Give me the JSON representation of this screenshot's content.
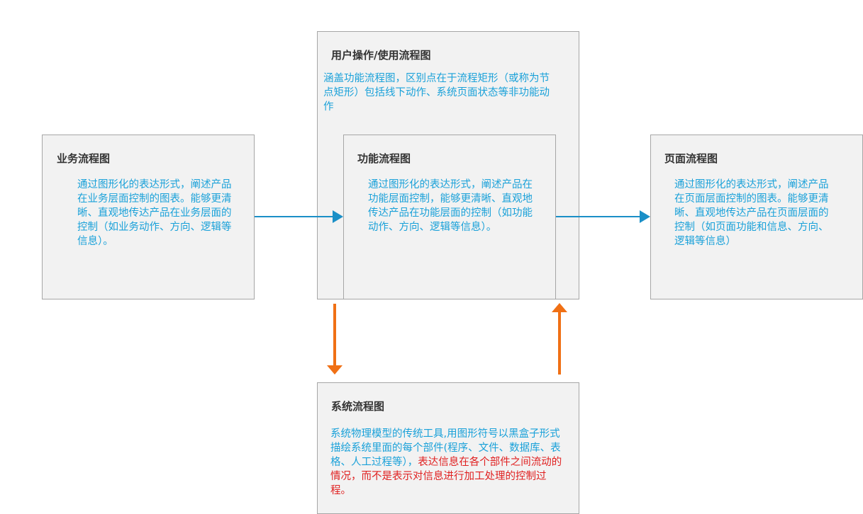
{
  "colors": {
    "box_fill": "#f2f2f2",
    "box_border": "#a6a6a6",
    "title": "#333333",
    "desc_blue": "#1aa1d9",
    "desc_red": "#e02020",
    "arrow_blue": "#1a8fc7",
    "arrow_orange": "#f07015"
  },
  "nodes": {
    "business": {
      "title": "业务流程图",
      "desc": "通过图形化的表达形式，阐述产品在业务层面控制的图表。能够更清晰、直观地传达产品在业务层面的控制（如业务动作、方向、逻辑等信息）。"
    },
    "user_op": {
      "title": "用户操作/使用流程图",
      "desc": "涵盖功能流程图，区别点在于流程矩形（或称为节点矩形）包括线下动作、系统页面状态等非功能动作"
    },
    "function": {
      "title": "功能流程图",
      "desc": "通过图形化的表达形式，阐述产品在功能层面控制，能够更清晰、直观地传达产品在功能层面的控制（如功能动作、方向、逻辑等信息）。"
    },
    "page": {
      "title": "页面流程图",
      "desc": "通过图形化的表达形式，阐述产品在页面层面控制的图表。能够更清晰、直观地传达产品在页面层面的控制（如页面功能和信息、方向、逻辑等信息）"
    },
    "system": {
      "title": "系统流程图",
      "desc_blue": "系统物理模型的传统工具,用图形符号以黑盒子形式描绘系统里面的每个部件(程序、文件、数据库、表格、人工过程等），",
      "desc_red": "表达信息在各个部件之间流动的情况，而不是表示对信息进行加工处理的控制过程。"
    }
  }
}
